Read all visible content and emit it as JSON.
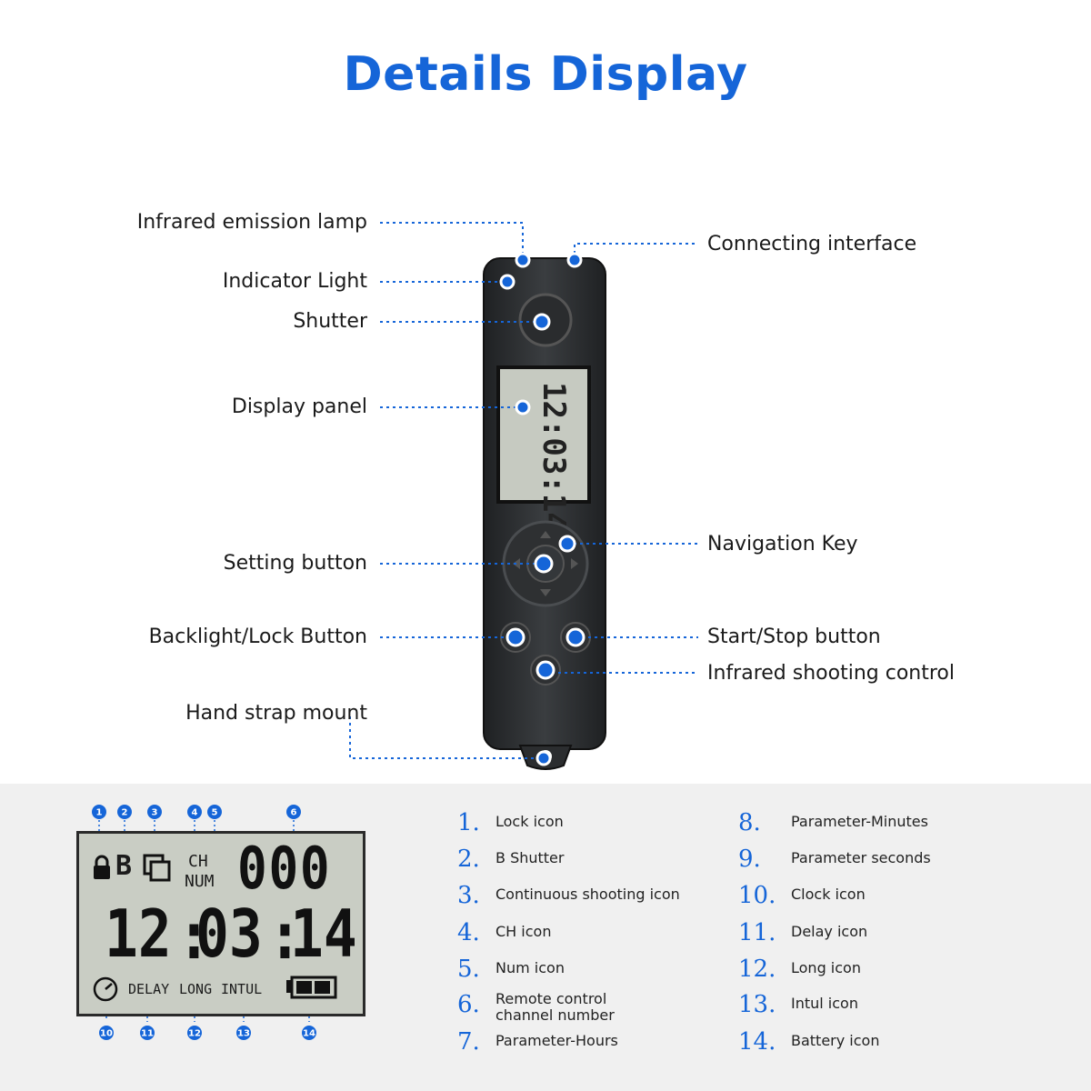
{
  "title": "Details Display",
  "callouts": {
    "infrared_lamp": "Infrared emission lamp",
    "indicator_light": "Indicator Light",
    "shutter": "Shutter",
    "display_panel": "Display panel",
    "setting_button": "Setting button",
    "backlight_lock": "Backlight/Lock Button",
    "hand_strap": "Hand strap mount",
    "connecting_interface": "Connecting interface",
    "navigation_key": "Navigation Key",
    "start_stop": "Start/Stop button",
    "infrared_shooting": "Infrared shooting control"
  },
  "lcd": {
    "lock_b": "B",
    "ch": "CH",
    "num": "NUM",
    "channel": "000",
    "hours": "12",
    "minutes": "03",
    "seconds": "14",
    "delay": "DELAY",
    "long": "LONG",
    "intul": "INTUL"
  },
  "marker_numbers": [
    "1",
    "2",
    "3",
    "4",
    "5",
    "6",
    "7",
    "8",
    "9",
    "10",
    "11",
    "12",
    "13",
    "14"
  ],
  "legend_left": [
    {
      "num": "1.",
      "text": "Lock icon"
    },
    {
      "num": "2.",
      "text": "B Shutter"
    },
    {
      "num": "3.",
      "text": "Continuous shooting icon"
    },
    {
      "num": "4.",
      "text": "CH icon"
    },
    {
      "num": "5.",
      "text": "Num icon"
    },
    {
      "num": "6.",
      "text": "Remote control channel number"
    },
    {
      "num": "7.",
      "text": "Parameter-Hours"
    }
  ],
  "legend_right": [
    {
      "num": "8.",
      "text": "Parameter-Minutes"
    },
    {
      "num": "9.",
      "text": "Parameter seconds"
    },
    {
      "num": "10.",
      "text": "Clock icon"
    },
    {
      "num": "11.",
      "text": "Delay icon"
    },
    {
      "num": "12.",
      "text": "Long icon"
    },
    {
      "num": "13.",
      "text": "Intul icon"
    },
    {
      "num": "14.",
      "text": "Battery icon"
    }
  ],
  "colors": {
    "accent": "#1565d8",
    "device": "#2b2d2f",
    "lcd": "#c9cdc4"
  }
}
